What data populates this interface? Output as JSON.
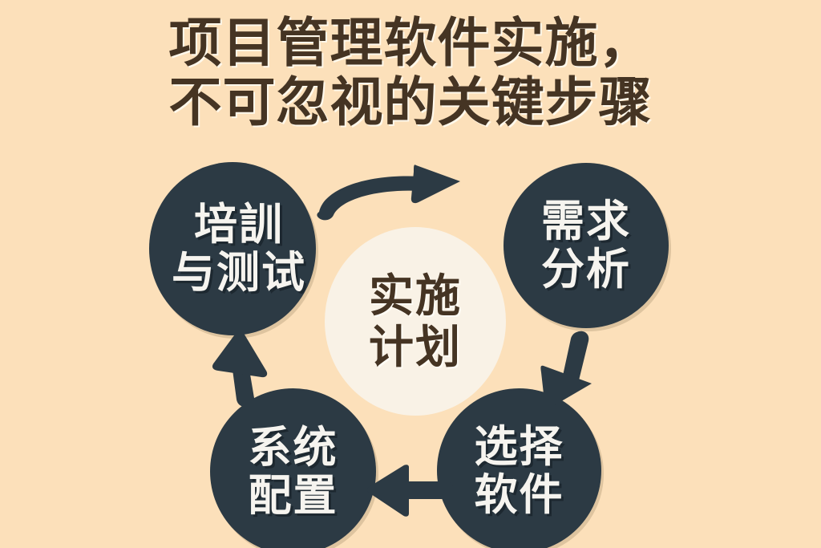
{
  "poster": {
    "background_color": "#fce0ba",
    "title": {
      "line1": "项目管理软件实施，",
      "line2": "不可忽视的关键步骤",
      "color": "#453423"
    },
    "center": {
      "label_line1": "实施",
      "label_line2": "计划",
      "fill_color": "#f9f2e6",
      "text_color": "#453423"
    },
    "nodes": [
      {
        "id": "training",
        "label_line1": "培訓",
        "label_line2": "与测试",
        "fill_color": "#2c3a44",
        "text_color": "#f6f4ef"
      },
      {
        "id": "requirements",
        "label_line1": "需求",
        "label_line2": "分析",
        "fill_color": "#2c3a44",
        "text_color": "#f6f4ef"
      },
      {
        "id": "select-software",
        "label_line1": "选择",
        "label_line2": "软件",
        "fill_color": "#2c3a44",
        "text_color": "#f6f4ef"
      },
      {
        "id": "system-config",
        "label_line1": "系统",
        "label_line2": "配置",
        "fill_color": "#2c3a44",
        "text_color": "#f6f4ef"
      }
    ],
    "arrows": [
      {
        "id": "top",
        "icon": "curved-arrow-right-icon",
        "direction": "right",
        "from": "training",
        "to": "requirements"
      },
      {
        "id": "right",
        "icon": "arrow-down-left-icon",
        "direction": "down",
        "from": "requirements",
        "to": "select-software"
      },
      {
        "id": "bottom",
        "icon": "arrow-left-icon",
        "direction": "left",
        "from": "select-software",
        "to": "system-config"
      },
      {
        "id": "left",
        "icon": "arrow-up-icon",
        "direction": "up",
        "from": "system-config",
        "to": "training"
      }
    ]
  }
}
